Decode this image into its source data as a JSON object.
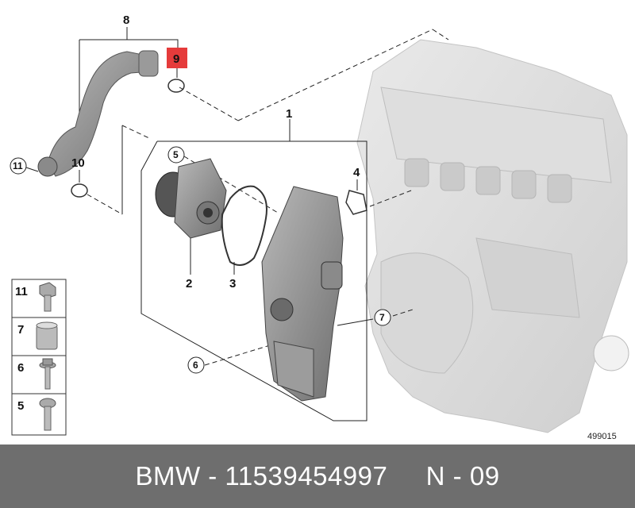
{
  "diagram": {
    "callouts": {
      "c1": "1",
      "c2": "2",
      "c3": "3",
      "c4": "4",
      "c5": "5",
      "c6": "6",
      "c7": "7",
      "c8": "8",
      "c9": "9",
      "c10": "10",
      "c11": "11"
    },
    "legend": [
      {
        "num": "11",
        "icon": "hex-bolt-icon"
      },
      {
        "num": "7",
        "icon": "dowel-sleeve-icon"
      },
      {
        "num": "6",
        "icon": "flange-bolt-icon"
      },
      {
        "num": "5",
        "icon": "torx-screw-icon"
      }
    ],
    "diagram_id": "499015",
    "highlight_color": "#e53b3b"
  },
  "footer": {
    "text": "BMW - 11539454997     N - 09",
    "bg_color": "#6e6e6e"
  }
}
